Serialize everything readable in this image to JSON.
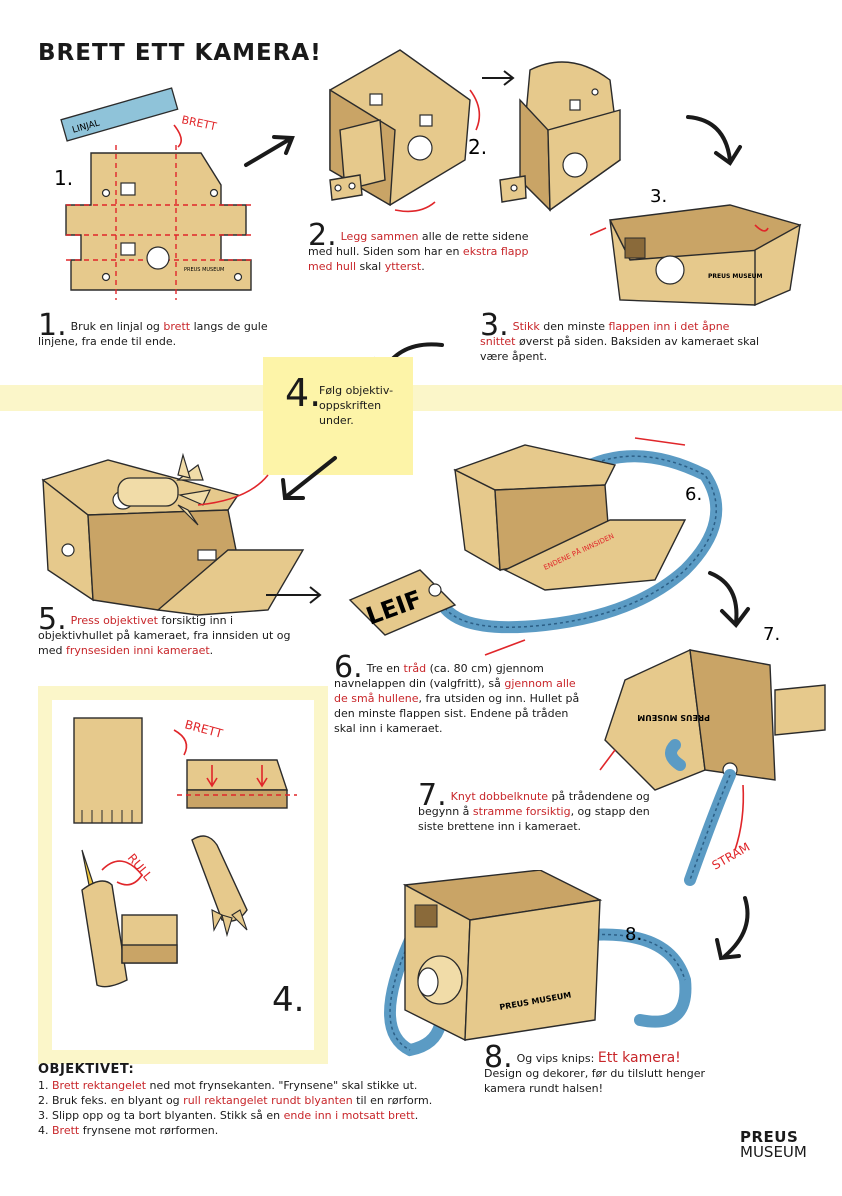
{
  "title": "BRETT ETT KAMERA!",
  "labels": {
    "linjal": "LINJAL",
    "brett": "BRETT",
    "brett2": "BRETT",
    "rull": "RULL",
    "stram": "STRAM",
    "endene": "ENDENE PÅ INNSIDEN",
    "leif": "LEIF",
    "preus_on_camera": "PREUS MUSEUM",
    "n1": "1.",
    "n2": "2.",
    "n3": "3.",
    "n6": "6.",
    "n7": "7.",
    "n8": "8."
  },
  "steps": {
    "s1": {
      "num": "1.",
      "a": "Bruk en linjal og ",
      "b": "brett",
      "c": " langs de gule linjene, fra ende til ende."
    },
    "s2": {
      "num": "2.",
      "a": "Legg sammen",
      "b": " alle de rette sidene med hull. Siden som har en ",
      "c": "ekstra flapp med hull",
      "d": " skal ",
      "e": "ytterst",
      "f": "."
    },
    "s3": {
      "num": "3.",
      "a": "Stikk",
      "b": " den minste ",
      "c": "flappen inn i det åpne snittet",
      "d": " øverst på siden. Baksiden av kameraet skal være åpent."
    },
    "s4": {
      "num": "4.",
      "text": "Følg objektiv-oppskriften under."
    },
    "s5": {
      "num": "5.",
      "a": "Press objektivet",
      "b": " forsiktig inn i objektivhullet på kameraet, fra innsiden ut og med ",
      "c": "frynsesiden inni kameraet",
      "d": "."
    },
    "s6": {
      "num": "6.",
      "a": "Tre en ",
      "b": "tråd",
      "c": " (ca. 80 cm) gjennom navnelappen din (valgfritt), så ",
      "d": "gjennom alle de små hullene",
      "e": ", fra utsiden og inn. Hullet på den minste flappen sist. Endene på tråden skal inn i kameraet."
    },
    "s7": {
      "num": "7.",
      "a": "Knyt dobbelknute",
      "b": " på trådendene og begynn å ",
      "c": "stramme forsiktig",
      "d": ", og stapp den siste brettene inn i kameraet."
    },
    "s8": {
      "num": "8.",
      "a": "Og vips knips: ",
      "b": "Ett kamera!",
      "c": "Design og dekorer, før du tilslutt henger kamera rundt halsen!"
    }
  },
  "panel4_number": "4.",
  "objektivet": {
    "heading": "OBJEKTIVET:",
    "items": [
      {
        "n": "1. ",
        "r1": "Brett rektangelet",
        "t1": " ned mot frynsekanten. \"Frynsene\" skal stikke ut.",
        "r2": "",
        "t2": ""
      },
      {
        "n": "2. ",
        "r1": "",
        "t1": "Bruk feks. en blyant og ",
        "r2": "rull rektangelet rundt blyanten",
        "t2": " til en rørform."
      },
      {
        "n": "3. ",
        "r1": "",
        "t1": "Slipp opp og ta bort blyanten. Stikk så en ",
        "r2": "ende inn i motsatt brett",
        "t2": "."
      },
      {
        "n": "4. ",
        "r1": "Brett",
        "t1": " frynsene mot rørformen.",
        "r2": "",
        "t2": ""
      }
    ]
  },
  "logo": {
    "line1": "PREUS",
    "line2": "MUSEUM"
  }
}
